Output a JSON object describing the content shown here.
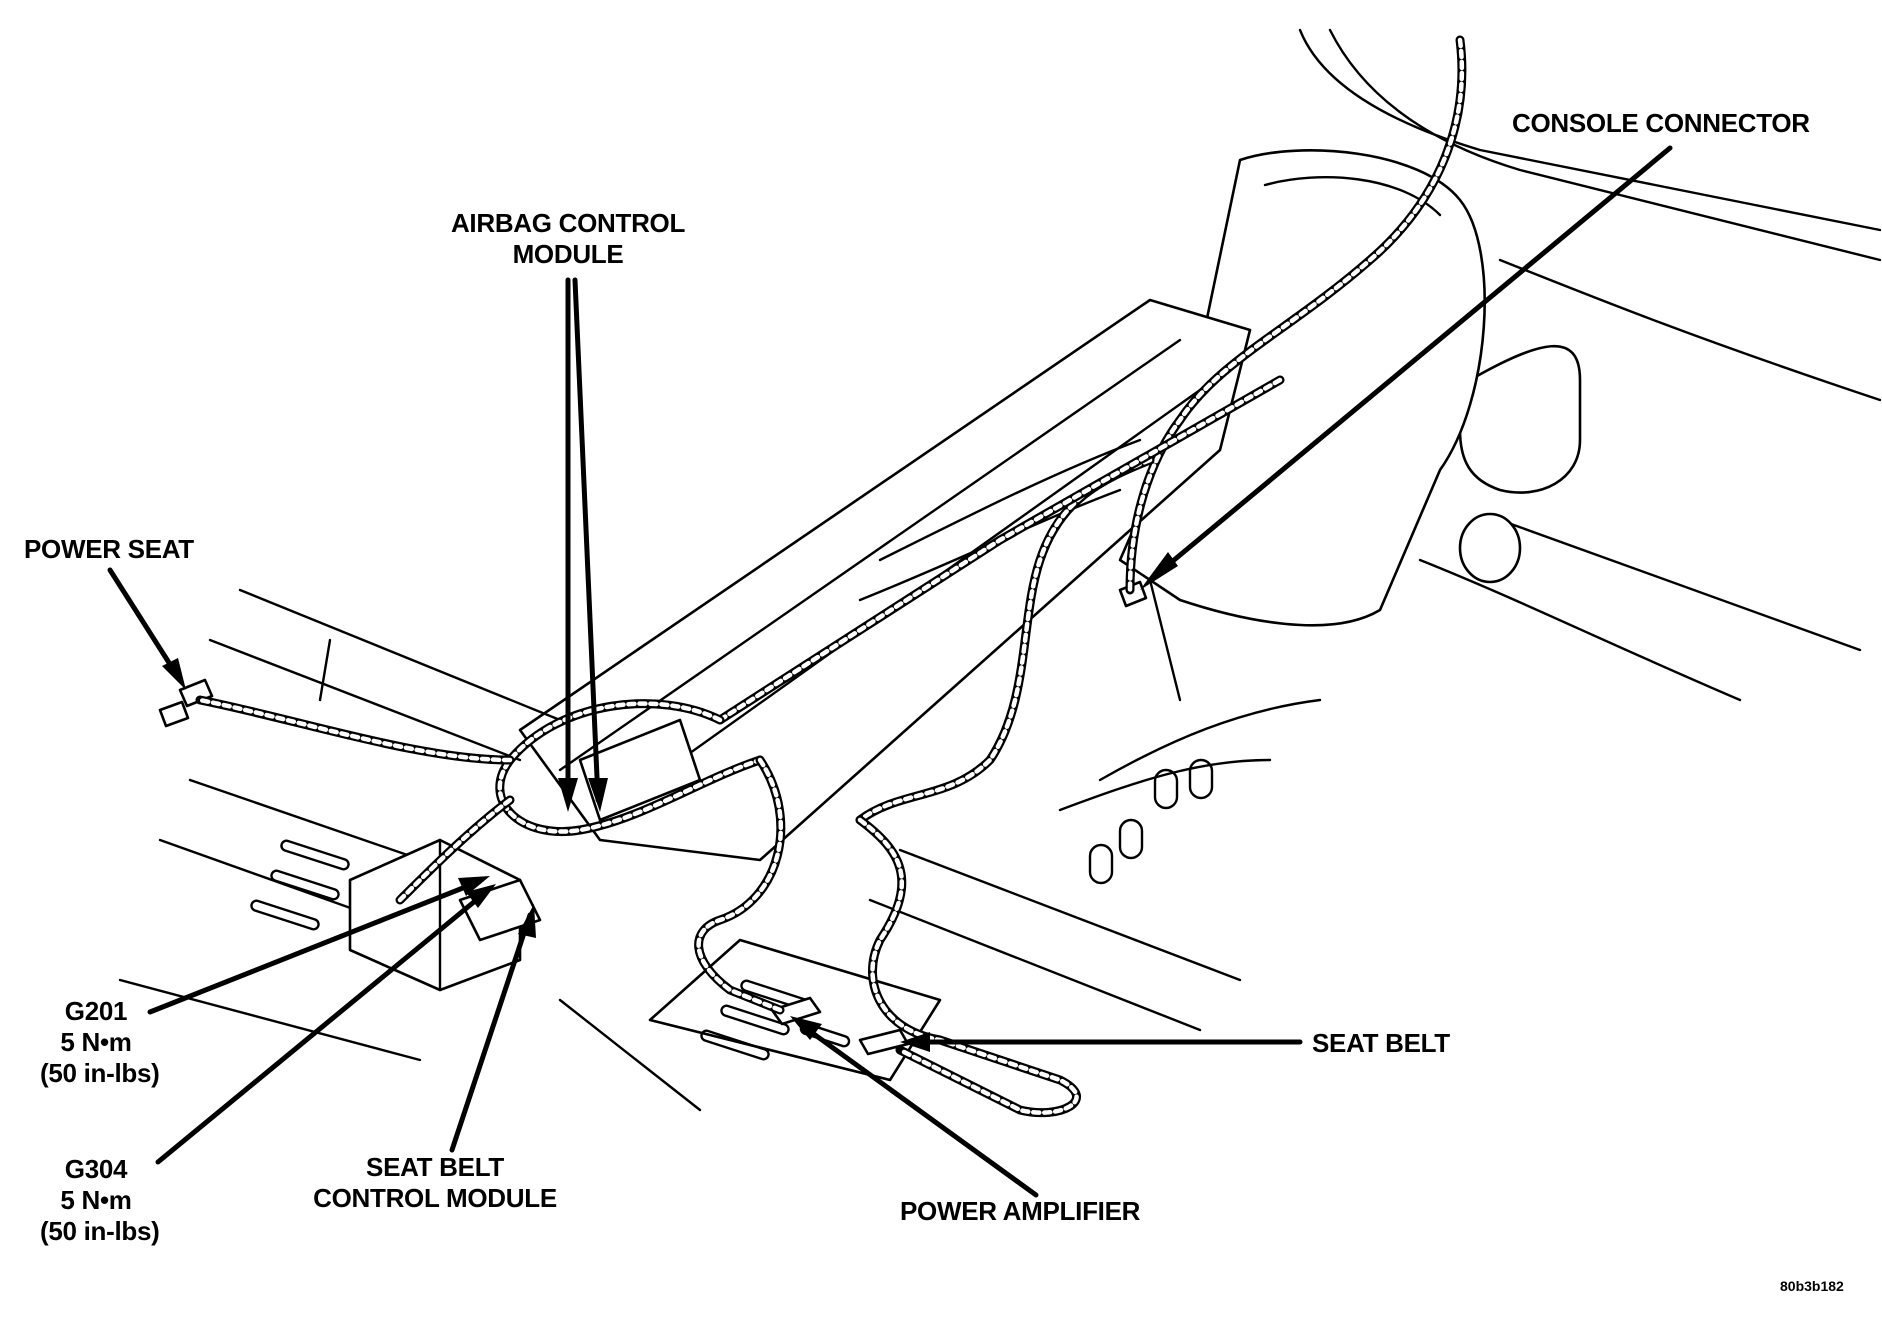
{
  "figure_id": "80b3b182",
  "labels": {
    "console_connector": "CONSOLE CONNECTOR",
    "airbag_control_module": [
      "AIRBAG CONTROL",
      "MODULE"
    ],
    "power_seat": "POWER SEAT",
    "g201": [
      "G201",
      "5 N•m",
      "(50 in-lbs)"
    ],
    "g304": [
      "G304",
      "5 N•m",
      "(50 in-lbs)"
    ],
    "seat_belt_control_module": [
      "SEAT BELT",
      "CONTROL MODULE"
    ],
    "power_amplifier": "POWER AMPLIFIER",
    "seat_belt": "SEAT BELT"
  }
}
